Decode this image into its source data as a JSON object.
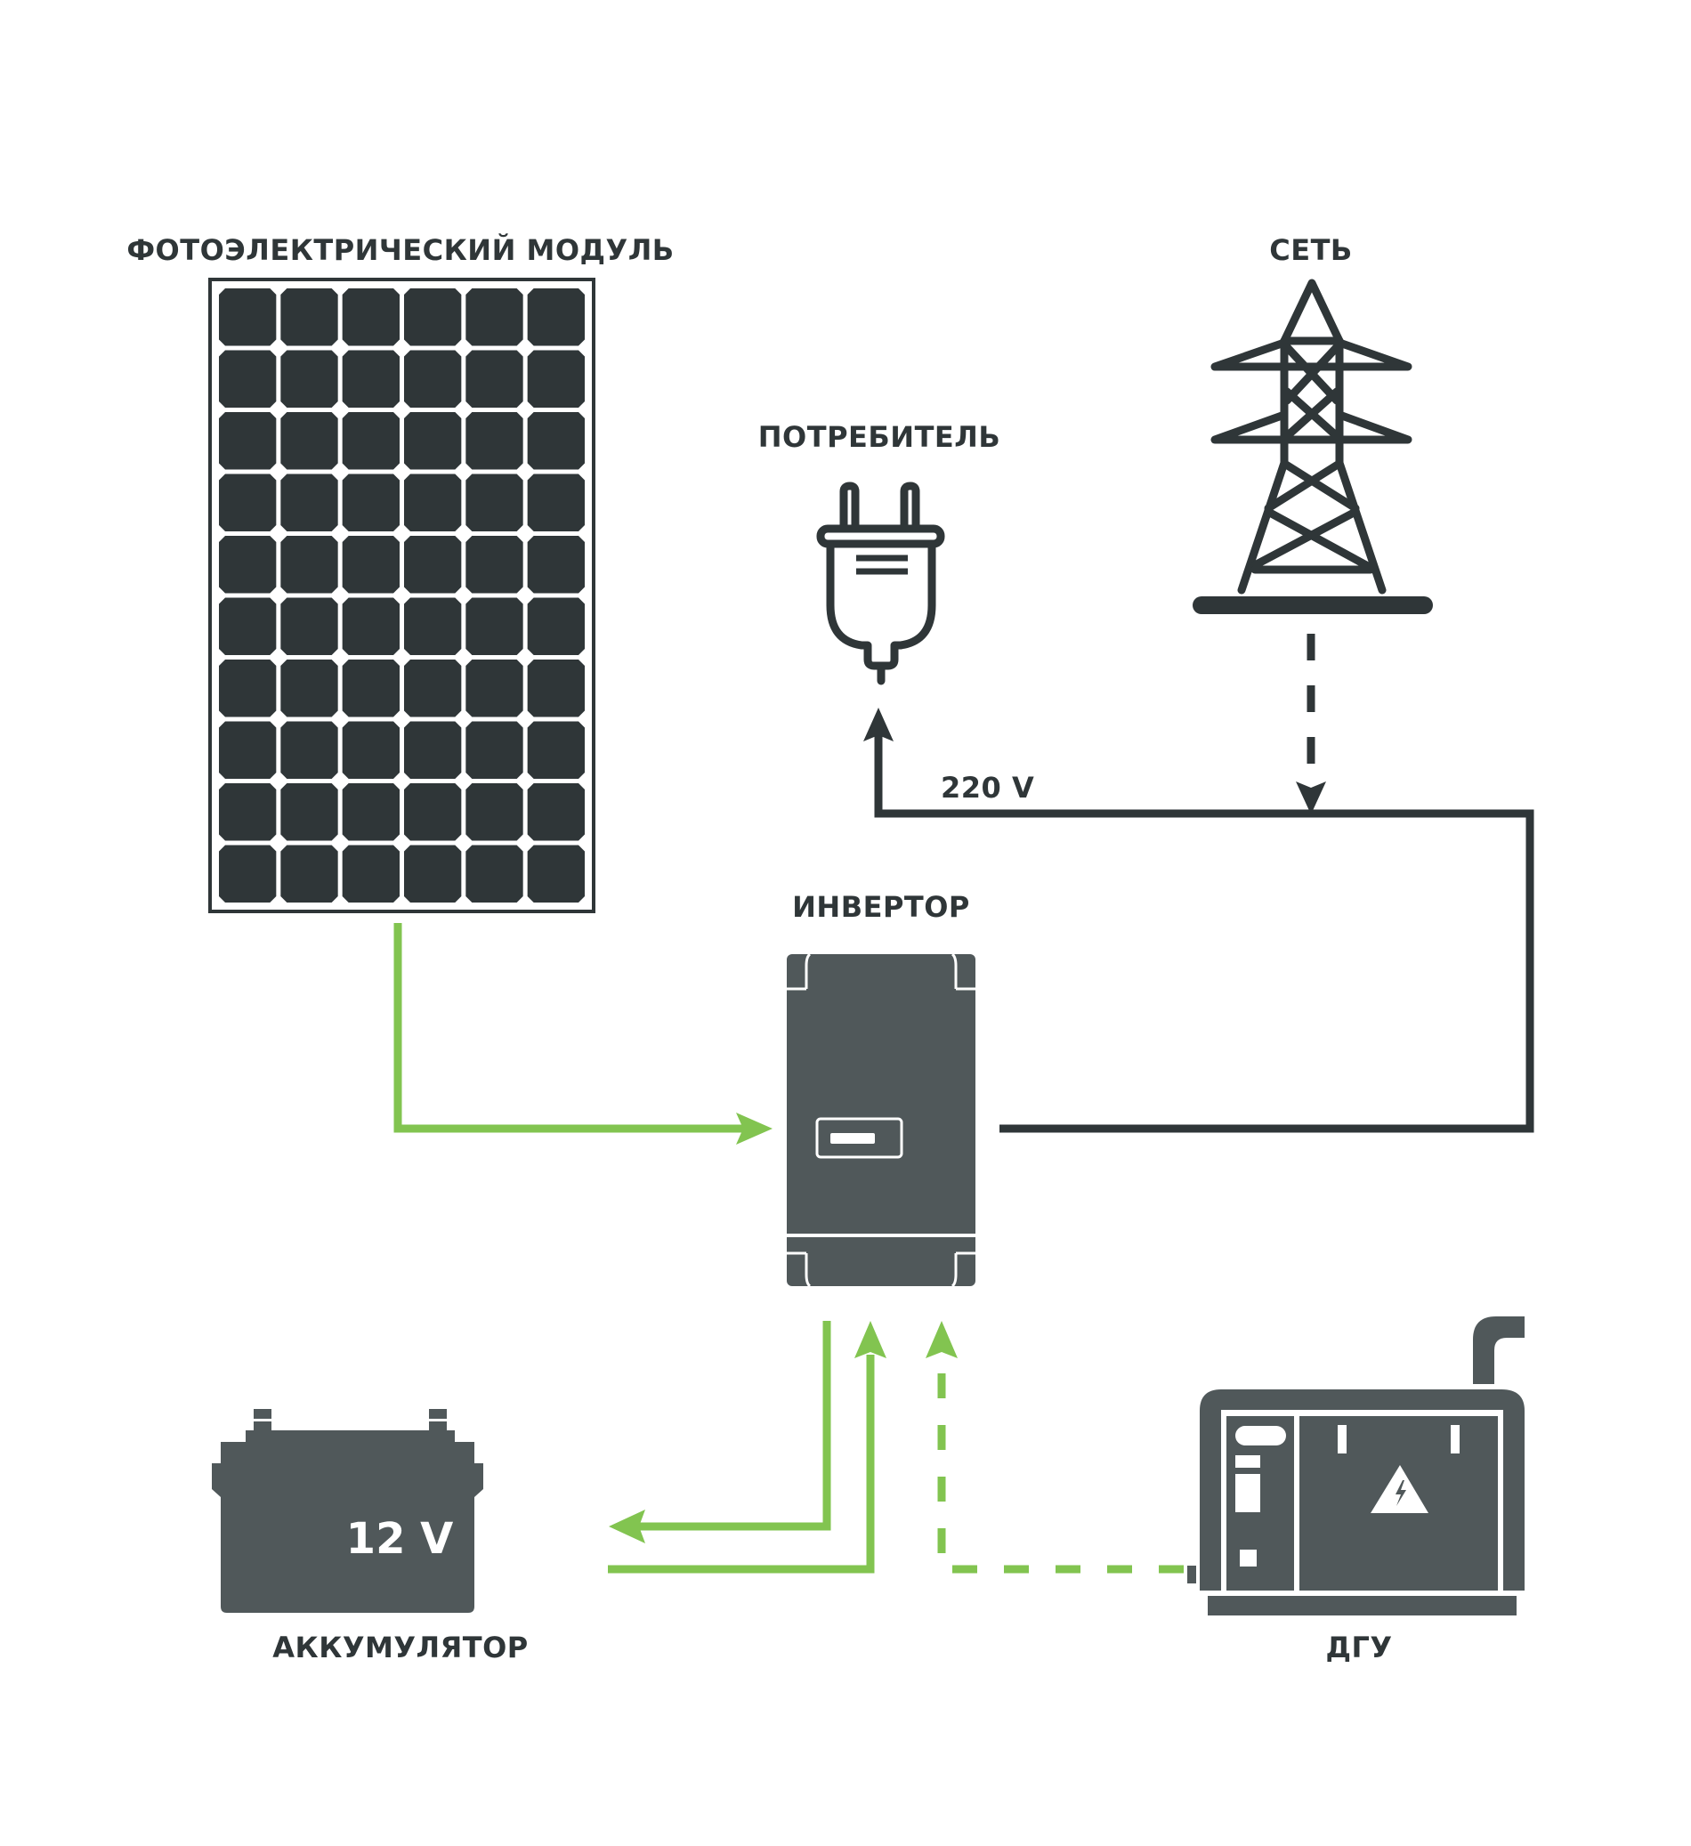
{
  "diagram": {
    "title": "Hybrid solar power system",
    "colors": {
      "dark": "#2f3638",
      "device": "#50585a",
      "green": "#82c450",
      "white": "#ffffff"
    },
    "nodes": {
      "pv_module": {
        "label": "ФОТОЭЛЕКТРИЧЕСКИЙ МОДУЛЬ",
        "icon": "solar-panel-icon",
        "cell_rows": 10,
        "cell_cols": 6
      },
      "grid": {
        "label": "СЕТЬ",
        "icon": "power-tower-icon"
      },
      "consumer": {
        "label": "ПОТРЕБИТЕЛЬ",
        "icon": "plug-icon"
      },
      "inverter": {
        "label": "ИНВЕРТОР",
        "icon": "inverter-icon"
      },
      "battery": {
        "label": "АККУМУЛЯТОР",
        "icon": "battery-icon",
        "voltage": "12 V"
      },
      "generator": {
        "label": "ДГУ",
        "icon": "diesel-generator-icon"
      }
    },
    "connections": [
      {
        "from": "pv_module",
        "to": "inverter",
        "style": "solid",
        "color": "green"
      },
      {
        "from": "inverter",
        "to": "consumer",
        "style": "solid",
        "color": "dark",
        "label": "220 V"
      },
      {
        "from": "grid",
        "to": "consumer-line",
        "style": "dashed",
        "color": "dark"
      },
      {
        "from": "inverter",
        "to": "battery",
        "style": "solid",
        "color": "green"
      },
      {
        "from": "battery",
        "to": "inverter",
        "style": "solid",
        "color": "green"
      },
      {
        "from": "generator",
        "to": "inverter",
        "style": "dashed",
        "color": "green"
      }
    ],
    "ac_voltage_label": "220 V"
  }
}
